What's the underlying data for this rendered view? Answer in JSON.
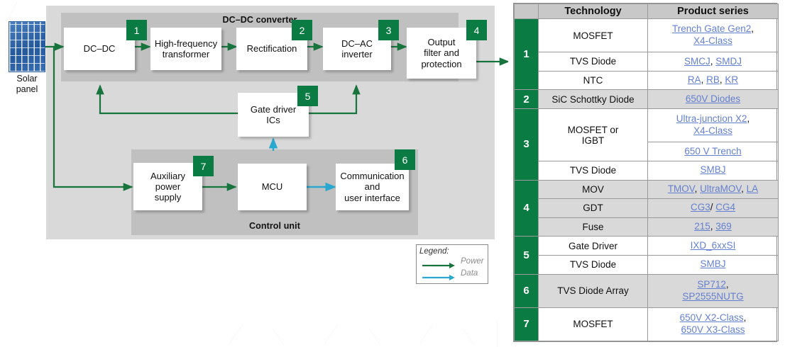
{
  "diagram": {
    "source": {
      "label": "Solar\npanel",
      "icon": "solar-panel-icon"
    },
    "groups": {
      "converter_title": "DC–DC converter",
      "control_title": "Control unit"
    },
    "blocks": [
      {
        "id": "dc-dc",
        "label": "DC–DC",
        "badge": "1"
      },
      {
        "id": "hf-transformer",
        "label": "High-frequency\ntransformer",
        "badge": ""
      },
      {
        "id": "rectification",
        "label": "Rectification",
        "badge": "2"
      },
      {
        "id": "dc-ac-inverter",
        "label": "DC–AC\ninverter",
        "badge": "3"
      },
      {
        "id": "output-filter",
        "label": "Output\nfilter and\nprotection",
        "badge": "4"
      },
      {
        "id": "gate-driver-ics",
        "label": "Gate driver\nICs",
        "badge": "5"
      },
      {
        "id": "aux-power-supply",
        "label": "Auxiliary\npower\nsupply",
        "badge": "7"
      },
      {
        "id": "mcu",
        "label": "MCU",
        "badge": ""
      },
      {
        "id": "communication",
        "label": "Communication\nand\nuser interface",
        "badge": "6"
      }
    ],
    "legend": {
      "title": "Legend:",
      "items": [
        {
          "label": "Power",
          "color": "#17743c"
        },
        {
          "label": "Data",
          "color": "#2aa8cf"
        }
      ]
    },
    "colors": {
      "badge_green": "#0a7b42",
      "power_arrow": "#17743c",
      "data_arrow": "#2aa8cf",
      "panel_outer": "#d9d9d9",
      "panel_inner": "#c0c0c0"
    }
  },
  "table": {
    "headers": [
      "",
      "Technology",
      "Product series"
    ],
    "rows": [
      {
        "num": "1",
        "span": 3,
        "shade": false,
        "entries": [
          {
            "tech": "MOSFET",
            "links": [
              "Trench Gate Gen2",
              "X4-Class"
            ],
            "seps": [
              ",",
              ""
            ],
            "wrap_after": 1
          },
          {
            "tech": "TVS Diode",
            "links": [
              "SMCJ",
              "SMDJ"
            ],
            "seps": [
              ",",
              ""
            ]
          },
          {
            "tech": "NTC",
            "links": [
              "RA",
              "RB",
              "KR"
            ],
            "seps": [
              ",",
              ",",
              ""
            ]
          }
        ]
      },
      {
        "num": "2",
        "span": 1,
        "shade": true,
        "entries": [
          {
            "tech": "SiC Schottky Diode",
            "links": [
              "650V Diodes"
            ],
            "seps": [
              ""
            ]
          }
        ]
      },
      {
        "num": "3",
        "span": 3,
        "shade": false,
        "entries": [
          {
            "tech": "MOSFET or\nIGBT",
            "tech_rowspan": 2,
            "links": [
              "Ultra-junction X2",
              "X4-Class"
            ],
            "seps": [
              ",",
              ""
            ],
            "wrap_after": 1
          },
          {
            "tech": null,
            "links": [
              "650 V Trench"
            ],
            "seps": [
              ""
            ]
          },
          {
            "tech": "TVS Diode",
            "links": [
              "SMBJ"
            ],
            "seps": [
              ""
            ]
          }
        ]
      },
      {
        "num": "4",
        "span": 3,
        "shade": true,
        "entries": [
          {
            "tech": "MOV",
            "links": [
              "TMOV",
              "UltraMOV",
              "LA"
            ],
            "seps": [
              ",",
              ",",
              ""
            ]
          },
          {
            "tech": "GDT",
            "links": [
              "CG3",
              "CG4"
            ],
            "seps": [
              "/",
              ""
            ]
          },
          {
            "tech": "Fuse",
            "links": [
              "215",
              "369"
            ],
            "seps": [
              ",",
              ""
            ]
          }
        ]
      },
      {
        "num": "5",
        "span": 2,
        "shade": false,
        "entries": [
          {
            "tech": "Gate Driver",
            "links": [
              "IXD_6xxSI"
            ],
            "seps": [
              ""
            ]
          },
          {
            "tech": "TVS Diode",
            "links": [
              "SMBJ"
            ],
            "seps": [
              ""
            ]
          }
        ]
      },
      {
        "num": "6",
        "span": 1,
        "shade": true,
        "entries": [
          {
            "tech": "TVS Diode Array",
            "links": [
              "SP712",
              "SP2555NUTG"
            ],
            "seps": [
              ",",
              ""
            ],
            "wrap_after": 1
          }
        ]
      },
      {
        "num": "7",
        "span": 1,
        "shade": false,
        "entries": [
          {
            "tech": "MOSFET",
            "links": [
              "650V X2-Class",
              "650V X3-Class"
            ],
            "seps": [
              ",",
              ""
            ],
            "wrap_after": 1
          }
        ]
      }
    ],
    "colors": {
      "num_bg": "#0a7b42",
      "header_bg": "#c8c8c8",
      "shade_bg": "#d9d9d9",
      "link": "#6480d0"
    }
  }
}
